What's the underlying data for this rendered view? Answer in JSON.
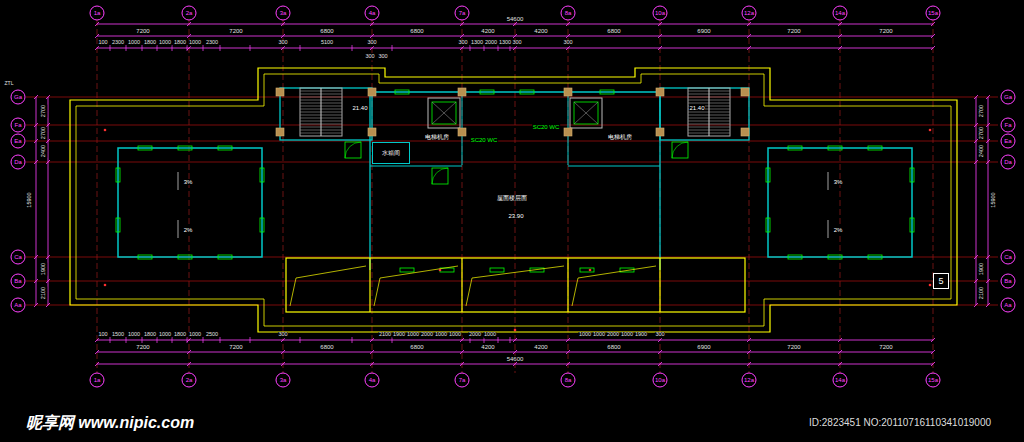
{
  "diagram": {
    "nodes": [
      {
        "text": [
          "水箱间"
        ]
      },
      {
        "text": [
          "5"
        ]
      }
    ],
    "labels": [
      "1a",
      "2a",
      "3a",
      "4a",
      "7a",
      "8a",
      "10a",
      "12a",
      "14a",
      "15a",
      "1a",
      "2a",
      "3a",
      "4a",
      "7a",
      "8a",
      "10a",
      "12a",
      "14a",
      "15a",
      "Ga",
      "Fa",
      "Ea",
      "Da",
      "Ca",
      "Ba",
      "Aa",
      "Ga",
      "Fa",
      "Ea",
      "Da",
      "Ca",
      "Ba",
      "Aa",
      "54600",
      "7200",
      "7200",
      "6800",
      "6800",
      "4200",
      "4200",
      "6800",
      "6900",
      "7200",
      "7200",
      "100",
      "2300",
      "1000",
      "1800",
      "1000",
      "1800",
      "1000",
      "2300",
      "300",
      "5100",
      "300",
      "300",
      "1300",
      "2000",
      "1300",
      "300",
      "300",
      "300",
      "300",
      "54600",
      "7200",
      "7200",
      "6800",
      "6800",
      "4200",
      "4200",
      "6800",
      "6900",
      "7200",
      "7200",
      "100",
      "1500",
      "1000",
      "1800",
      "1000",
      "1800",
      "1000",
      "2500",
      "300",
      "2100",
      "1900",
      "1000",
      "2000",
      "1000",
      "1000",
      "2000",
      "1000",
      "1000",
      "1000",
      "2000",
      "1000",
      "1900",
      "300",
      "2700",
      "2700",
      "2400",
      "1900",
      "2100",
      "15900",
      "2700",
      "2700",
      "2400",
      "1900",
      "2100",
      "15900",
      "电梯机房",
      "电梯机房",
      "屋面楼层面",
      "23.90",
      "21.40",
      "21.40",
      "3%",
      "2%",
      "3%",
      "2%",
      "SC20 WC",
      "SC20 WC",
      "ZTL",
      "昵享网 www.nipic.com",
      "ID:2823451 NO:20110716110341019000"
    ]
  }
}
